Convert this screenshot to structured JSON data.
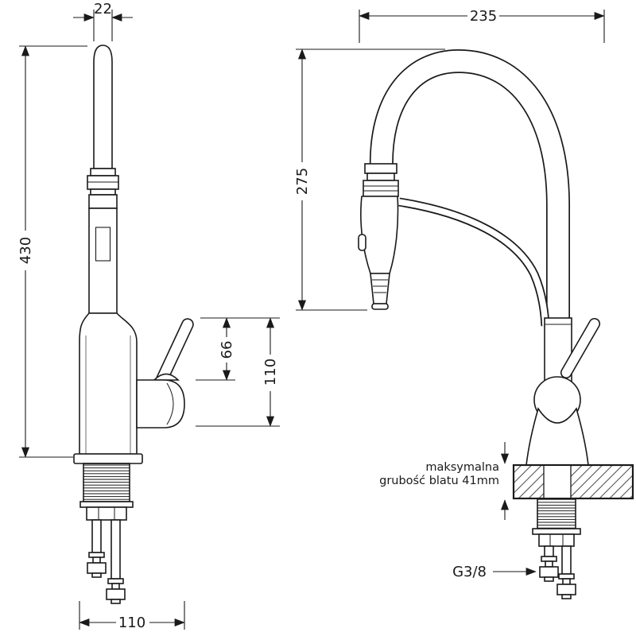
{
  "diagram": {
    "type": "technical-dimension-drawing",
    "subject": "kitchen faucet, two views with installation dimensions",
    "units": "mm",
    "dimensions": {
      "spout_pipe_width": "22",
      "total_height": "430",
      "handle_rise": "66",
      "body_height": "110",
      "base_depth": "110",
      "spout_reach": "235",
      "spout_clearance": "275"
    },
    "labels": {
      "counter_note_line1": "maksymalna",
      "counter_note_line2": "grubość blatu 41mm",
      "thread_size": "G3/8"
    },
    "colors": {
      "ink": "#1a1a1a",
      "background": "#ffffff",
      "hatch": "#555555"
    }
  }
}
